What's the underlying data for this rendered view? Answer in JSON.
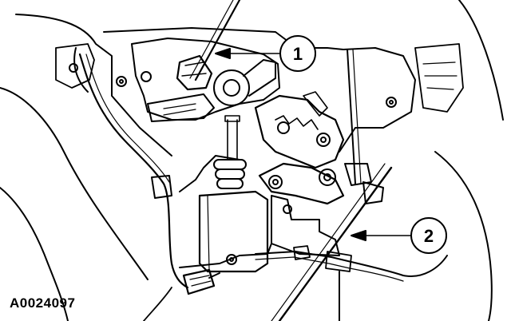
{
  "figure": {
    "id_label": "A0024097"
  },
  "callouts": [
    {
      "number": "1"
    },
    {
      "number": "2"
    }
  ],
  "colors": {
    "ink": "#000000",
    "paper": "#ffffff",
    "shade": "#d9d9d9"
  }
}
